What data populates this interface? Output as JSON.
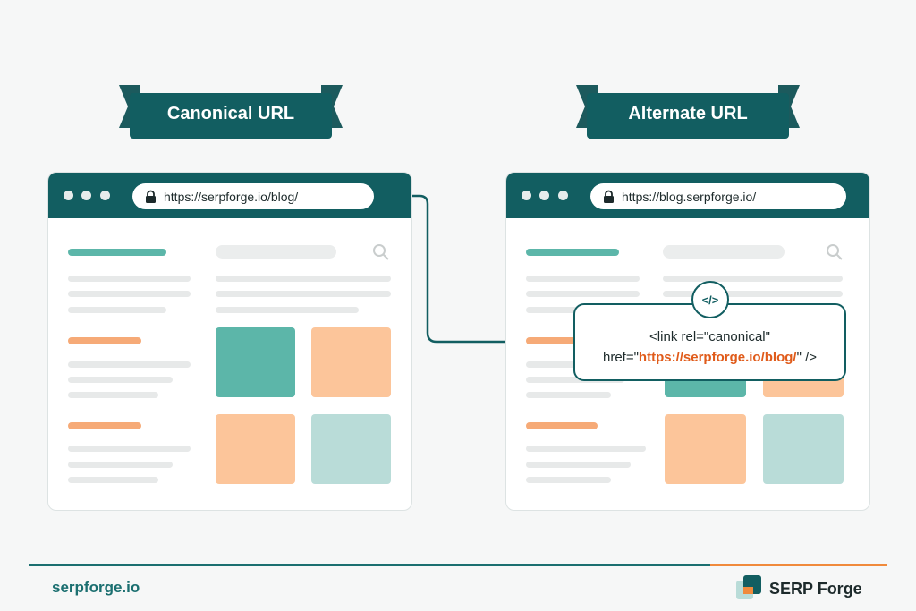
{
  "canonical": {
    "label": "Canonical URL",
    "url": "https://serpforge.io/blog/"
  },
  "alternate": {
    "label": "Alternate URL",
    "url": "https://blog.serpforge.io/"
  },
  "code_snippet": {
    "badge": "</>",
    "line1": "<link rel=\"canonical\"",
    "line2_prefix": "href=\"",
    "line2_url": "https://serpforge.io/blog/",
    "line2_suffix": "\" />"
  },
  "footer": {
    "site": "serpforge.io",
    "brand": "SERP Forge"
  },
  "colors": {
    "teal_dark": "#125e61",
    "teal": "#5cb6a9",
    "teal_light": "#b9dcd8",
    "orange": "#f6aa77",
    "tile_orange": "#fcc59a",
    "accent_orange": "#e05b1a"
  },
  "icons": [
    "lock-icon",
    "search-icon",
    "code-icon",
    "arrow-icon",
    "serp-forge-logo"
  ]
}
